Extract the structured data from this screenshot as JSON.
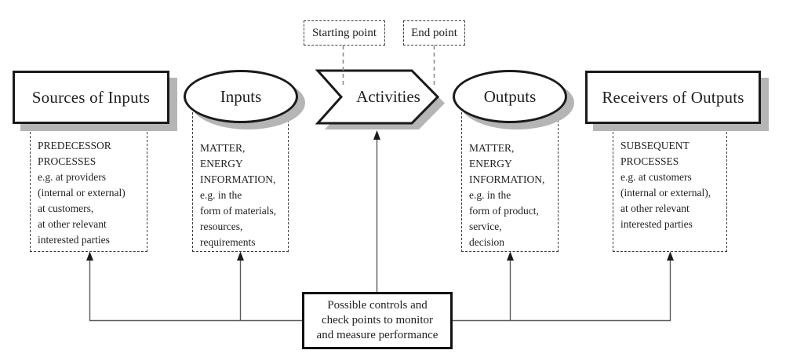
{
  "diagram": {
    "start_box": {
      "label": "Starting point"
    },
    "end_box": {
      "label": "End point"
    },
    "stages": {
      "sources": {
        "label": "Sources of Inputs",
        "description": [
          "PREDECESSOR",
          "PROCESSES",
          "e.g. at providers",
          "(internal or external)",
          "at customers,",
          "at other relevant",
          "interested parties"
        ]
      },
      "inputs": {
        "label": "Inputs",
        "description": [
          "MATTER,",
          "ENERGY",
          "INFORMATION,",
          "e.g. in the",
          "form of materials,",
          "resources,",
          "requirements"
        ]
      },
      "activities": {
        "label": "Activities"
      },
      "outputs": {
        "label": "Outputs",
        "description": [
          "MATTER,",
          "ENERGY",
          "INFORMATION,",
          "e.g. in the",
          "form of product,",
          "service,",
          "decision"
        ]
      },
      "receivers": {
        "label": "Receivers of Outputs",
        "description": [
          "SUBSEQUENT",
          "PROCESSES",
          "e.g. at customers",
          "(internal or external),",
          "at other relevant",
          "interested parties"
        ]
      }
    },
    "control_box": {
      "label_lines": [
        "Possible controls and",
        "check points to monitor",
        "and measure performance"
      ]
    },
    "colors": {
      "line": "#1a1a1a",
      "shadow": "#b5b5b5",
      "dashed": "#3d3d3d",
      "connector": "#5a5a5a",
      "background": "#ffffff"
    }
  }
}
